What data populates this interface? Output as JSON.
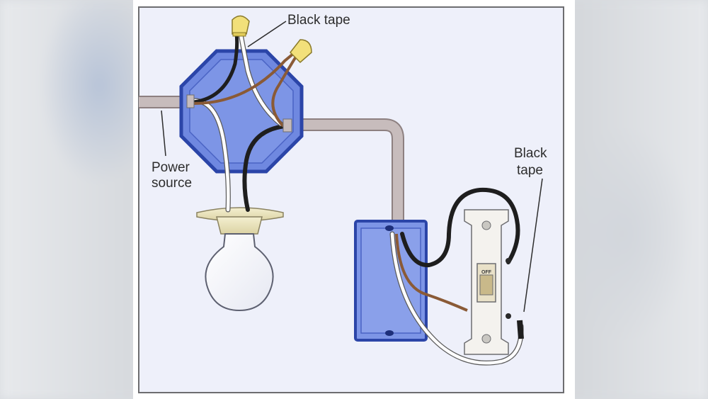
{
  "labels": {
    "black_tape_top": "Black tape",
    "power_source_line1": "Power",
    "power_source_line2": "source",
    "black_tape_right_line1": "Black",
    "black_tape_right_line2": "tape",
    "switch_off": "OFF"
  },
  "colors": {
    "panel": "#eef0fa",
    "box_blue": "#5b74d6",
    "box_edge": "#2b45a8",
    "cable_gray": "#c7bcbc",
    "wire_black": "#1e1e1e",
    "wire_white": "#ffffff",
    "wire_copper": "#8a5a36",
    "wirenut_yellow": "#f2e07a"
  }
}
